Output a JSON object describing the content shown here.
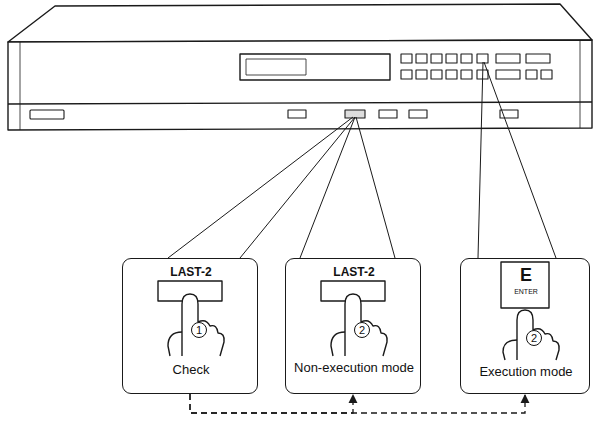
{
  "diagram": {
    "nodes": [
      {
        "text": [
          "LAST-2",
          "1",
          "Check"
        ]
      },
      {
        "text": [
          "LAST-2",
          "2",
          "Non-execution mode"
        ]
      },
      {
        "text": [
          "E",
          "ENTER",
          "2",
          "Execution mode"
        ]
      }
    ],
    "edges": [
      {
        "from": 0,
        "to": 1,
        "arrow": "to"
      },
      {
        "from": 0,
        "to": 2,
        "arrow": "to"
      }
    ]
  }
}
